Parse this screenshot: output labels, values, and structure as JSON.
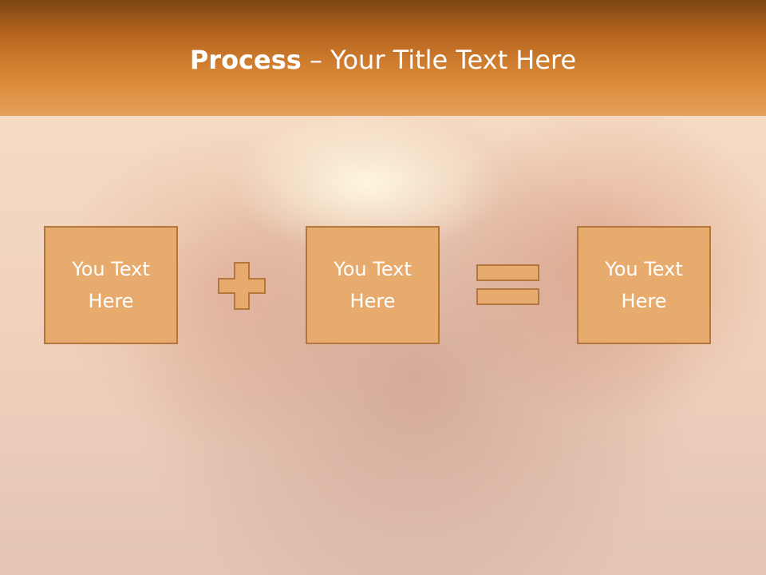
{
  "slide": {
    "title_bold": "Process",
    "title_rest": " – Your Title Text Here"
  },
  "steps": [
    {
      "label": "You Text Here"
    },
    {
      "label": "You Text Here"
    },
    {
      "label": "You Text Here"
    }
  ],
  "operators": [
    "plus",
    "equals"
  ],
  "colors": {
    "header_dark": "#7a4512",
    "header_light": "#e4a05a",
    "box_fill": "#e8ab6e",
    "box_border": "#b3763f",
    "text": "#ffffff"
  }
}
